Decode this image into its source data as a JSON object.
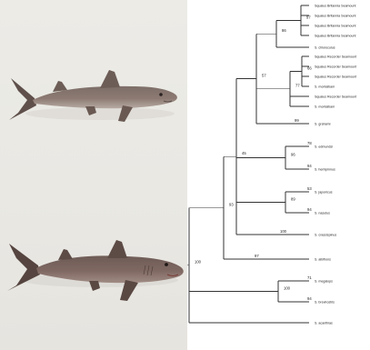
{
  "phylogeny": {
    "taxa": [
      {
        "id": "t01",
        "label": "Squalus Britannia Seamount"
      },
      {
        "id": "t02",
        "label": "Squalus Britannia Seamount"
      },
      {
        "id": "t03",
        "label": "Squalus Britannia Seamount"
      },
      {
        "id": "t04",
        "label": "Squalus Britannia Seamount"
      },
      {
        "id": "t05",
        "label": "S. chloroculus"
      },
      {
        "id": "t06",
        "label": "Squalus Recorder Seamount"
      },
      {
        "id": "t07",
        "label": "Squalus Recorder Seamount"
      },
      {
        "id": "t08",
        "label": "Squalus Recorder Seamount"
      },
      {
        "id": "t09",
        "label": "S. montalbani"
      },
      {
        "id": "t10",
        "label": "Squalus Recorder Seamount"
      },
      {
        "id": "t11",
        "label": "S. montalbani"
      },
      {
        "id": "t12",
        "label": "S. grahami"
      },
      {
        "id": "t13",
        "label": "S. edmundsi"
      },
      {
        "id": "t14",
        "label": "S. hemipinnus"
      },
      {
        "id": "t15",
        "label": "S. japonicus"
      },
      {
        "id": "t16",
        "label": "S. nasutus"
      },
      {
        "id": "t17",
        "label": "S. crassispinus"
      },
      {
        "id": "t18",
        "label": "S. albifrons"
      },
      {
        "id": "t19",
        "label": "S. megalops"
      },
      {
        "id": "t20",
        "label": "S. brevirostris"
      },
      {
        "id": "t21",
        "label": "S. acanthias"
      }
    ],
    "support_values": [
      {
        "node": "britannia",
        "value": "97"
      },
      {
        "node": "britannia_chloroculus",
        "value": "86"
      },
      {
        "node": "recorder_inner",
        "value": "66"
      },
      {
        "node": "recorder_montalbani",
        "value": "77"
      },
      {
        "node": "core_clade",
        "value": "57"
      },
      {
        "node": "grahami",
        "value": "99"
      },
      {
        "node": "edmundsi_hemipinnus",
        "value": "96"
      },
      {
        "node": "edmundsi",
        "value": "78"
      },
      {
        "node": "hemipinnus",
        "value": "94"
      },
      {
        "node": "japonicus_nasutus",
        "value": "89"
      },
      {
        "node": "japonicus",
        "value": "53"
      },
      {
        "node": "nasutus",
        "value": "94"
      },
      {
        "node": "crassispinus",
        "value": "100"
      },
      {
        "node": "mid_clade",
        "value": "45"
      },
      {
        "node": "albifrons",
        "value": "97"
      },
      {
        "node": "upper_clade",
        "value": "93"
      },
      {
        "node": "megalops",
        "value": "71"
      },
      {
        "node": "brevirostris",
        "value": "94"
      },
      {
        "node": "megalops_brevirostris",
        "value": "100"
      },
      {
        "node": "root",
        "value": "100"
      }
    ]
  }
}
